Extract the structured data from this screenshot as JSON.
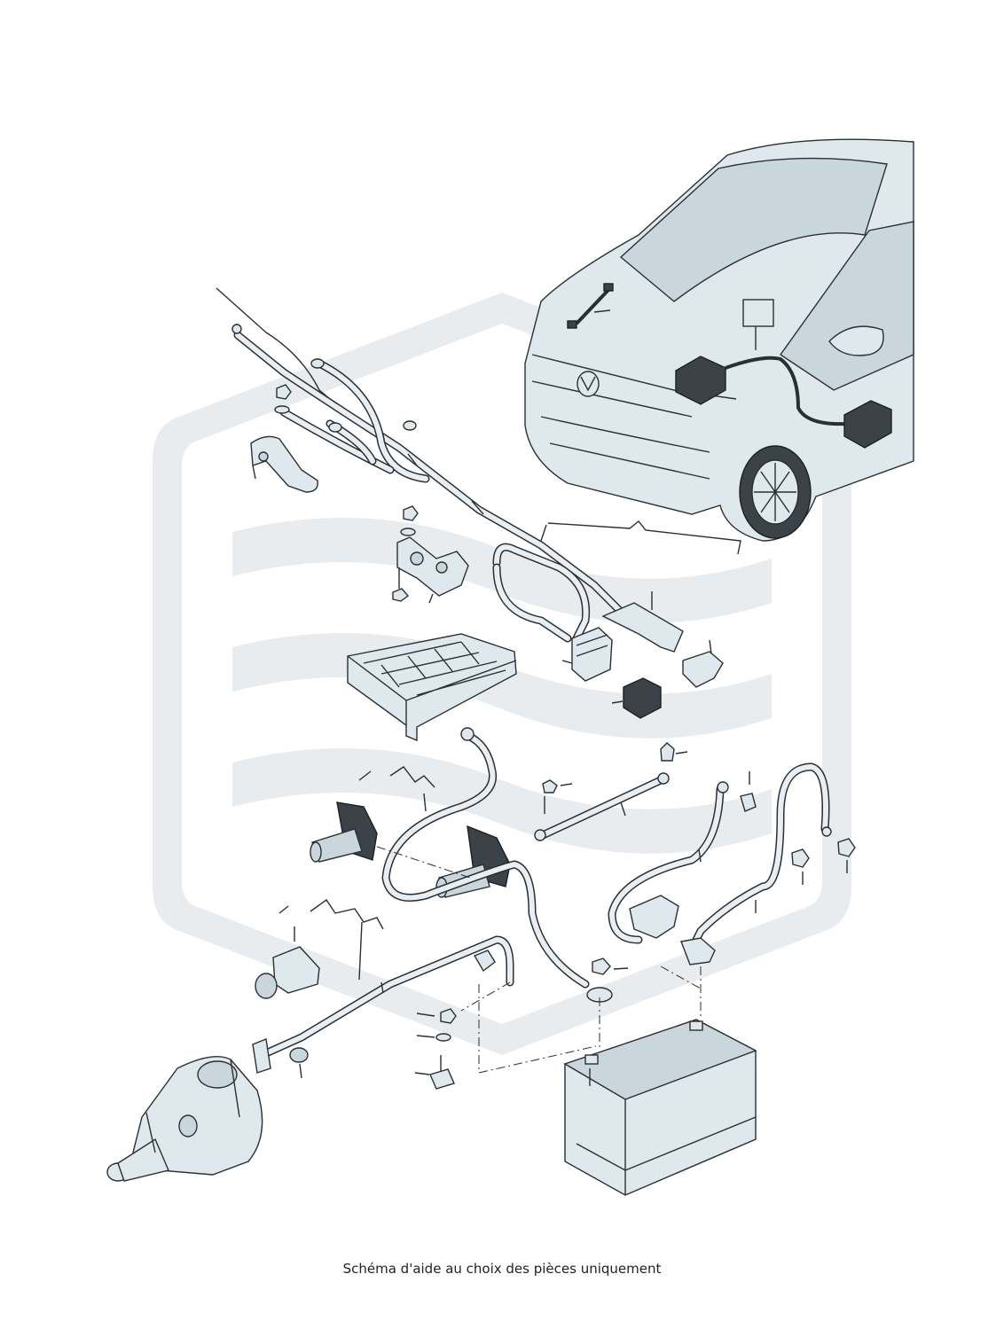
{
  "caption": "Schéma d'aide au choix des pièces uniquement",
  "colors": {
    "line": "#2b2f33",
    "part_fill": "#dfe8ec",
    "part_shade": "#c9d6dc",
    "dark_part": "#3b4248",
    "watermark": "#e9ecee"
  },
  "parts": [
    "van-front",
    "dashboard-wire",
    "control-box-front",
    "control-box-side",
    "upper-wiring-harness",
    "battery-terminal-clamp",
    "terminal-bracket",
    "fuse-holder-tray",
    "relay-connector",
    "relay",
    "fuse-connector",
    "grommet-left",
    "grommet-right",
    "battery-cable-loop",
    "ground-strap",
    "battery-plus-cable",
    "battery-minus-cable",
    "starter-cable",
    "starter-bracket",
    "starter-motor",
    "battery",
    "nuts-and-bolts"
  ]
}
